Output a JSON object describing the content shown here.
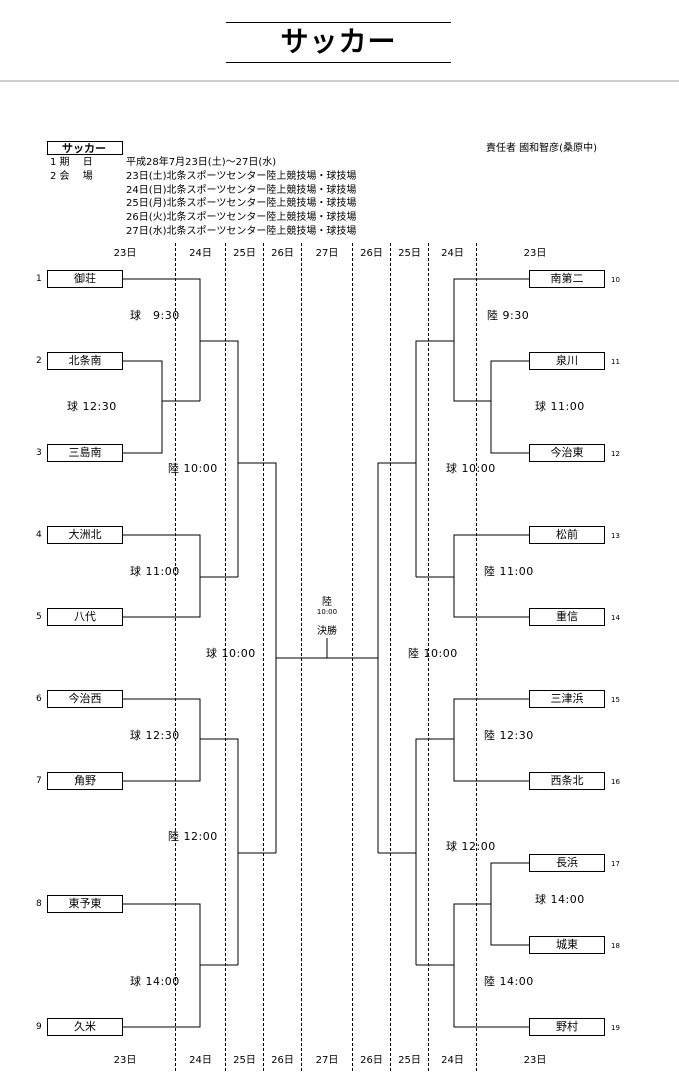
{
  "title": "サッカー",
  "info": {
    "box_label": "サッカー",
    "responsible": "責任者  國和智彦(桑原中)",
    "period_label": "1 期　 日",
    "period_value": "平成28年7月23日(土)～27日(水)",
    "venue_label": "2 会　 場",
    "venues": [
      "23日(土)北条スポーツセンター陸上競技場・球技場",
      "24日(日)北条スポーツセンター陸上競技場・球技場",
      "25日(月)北条スポーツセンター陸上競技場・球技場",
      "26日(火)北条スポーツセンター陸上競技場・球技場",
      "27日(水)北条スポーツセンター陸上競技場・球技場"
    ]
  },
  "days": [
    "23日",
    "24日",
    "25日",
    "26日",
    "27日",
    "26日",
    "25日",
    "24日",
    "23日"
  ],
  "teams_left": [
    {
      "num": "1",
      "name": "御荘"
    },
    {
      "num": "2",
      "name": "北条南"
    },
    {
      "num": "3",
      "name": "三島南"
    },
    {
      "num": "4",
      "name": "大洲北"
    },
    {
      "num": "5",
      "name": "八代"
    },
    {
      "num": "6",
      "name": "今治西"
    },
    {
      "num": "7",
      "name": "角野"
    },
    {
      "num": "8",
      "name": "東予東"
    },
    {
      "num": "9",
      "name": "久米"
    }
  ],
  "teams_right": [
    {
      "num": "10",
      "name": "南第二"
    },
    {
      "num": "11",
      "name": "泉川"
    },
    {
      "num": "12",
      "name": "今治東"
    },
    {
      "num": "13",
      "name": "松前"
    },
    {
      "num": "14",
      "name": "重信"
    },
    {
      "num": "15",
      "name": "三津浜"
    },
    {
      "num": "16",
      "name": "西条北"
    },
    {
      "num": "17",
      "name": "長浜"
    },
    {
      "num": "18",
      "name": "城東"
    },
    {
      "num": "19",
      "name": "野村"
    }
  ],
  "matches_left": [
    "球　9:30",
    "球 12:30",
    "陸 10:00",
    "球 11:00",
    "球 10:00",
    "球 12:30",
    "陸 12:00",
    "球 14:00"
  ],
  "matches_right": [
    "陸 9:30",
    "球 11:00",
    "球 10:00",
    "陸 11:00",
    "陸 10:00",
    "陸 12:30",
    "球 12:00",
    "球 14:00",
    "陸 14:00"
  ],
  "final": {
    "venue": "陸",
    "time": "10:00",
    "label": "決勝"
  }
}
